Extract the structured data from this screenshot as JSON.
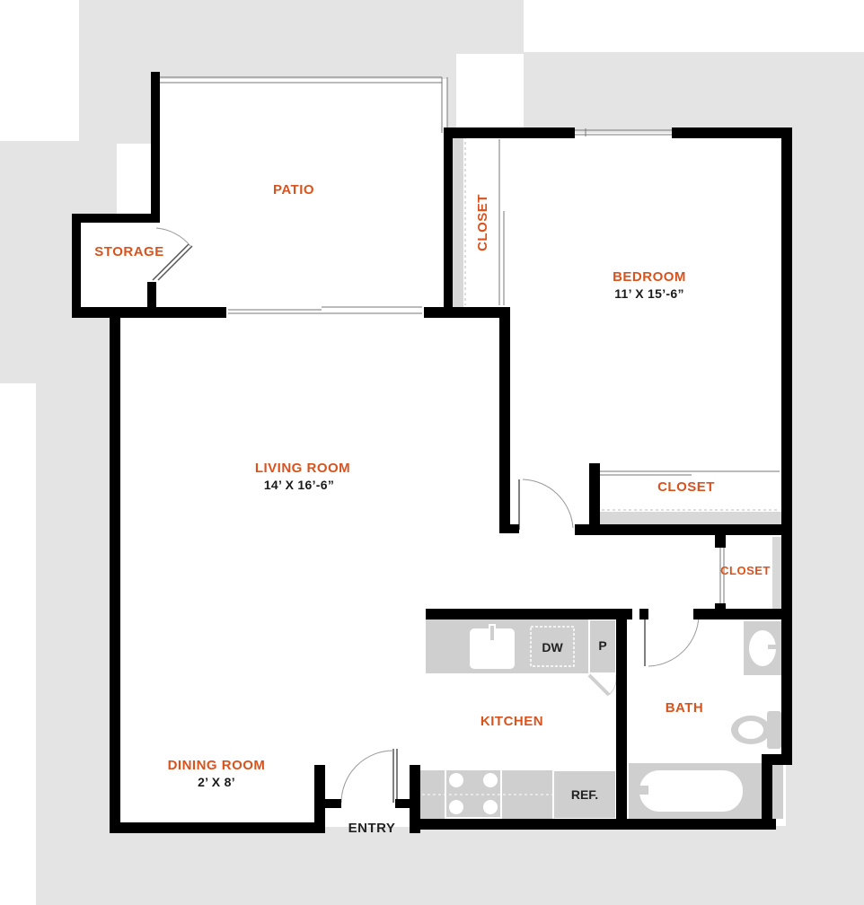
{
  "rooms": {
    "patio": "PATIO",
    "storage": "STORAGE",
    "closet_left": "CLOSET",
    "bedroom": "BEDROOM",
    "bedroom_dim": "11’ X 15’-6”",
    "living_room": "LIVING ROOM",
    "living_room_dim": "14’ X 16’-6”",
    "closet_bedroom": "CLOSET",
    "closet_hall": "CLOSET",
    "kitchen": "KITCHEN",
    "bath": "BATH",
    "dining_room": "DINING ROOM",
    "dining_room_dim": "2’ X 8’",
    "entry": "ENTRY"
  },
  "fixtures": {
    "dishwasher": "DW",
    "pantry": "P",
    "refrigerator": "REF."
  },
  "colors": {
    "wall": "#000000",
    "room_label": "#d9531e",
    "background_gray": "#e4e4e4",
    "fixture_gray": "#cfcfcf"
  }
}
